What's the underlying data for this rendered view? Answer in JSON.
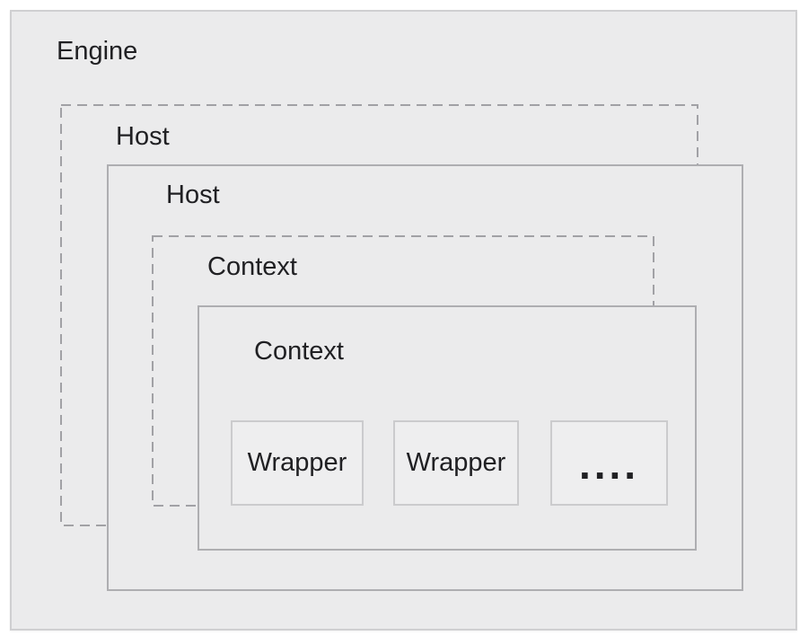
{
  "diagram": {
    "description": "Nested architecture diagram of scripting engine isolation boundaries",
    "colors": {
      "canvas_background": "#ffffff",
      "box_fill": "#ebebec",
      "wrapper_fill": "#eeeeef",
      "engine_border": "#cfcfd1",
      "solid_border": "#aeaeb1",
      "dashed_border": "#a1a1a5",
      "wrapper_border": "#cbcbcd",
      "text": "#202023"
    },
    "boxes": {
      "engine": {
        "label": "Engine",
        "border_style": "solid"
      },
      "host_outer": {
        "label": "Host",
        "border_style": "dashed"
      },
      "host_inner": {
        "label": "Host",
        "border_style": "solid"
      },
      "context_outer": {
        "label": "Context",
        "border_style": "dashed"
      },
      "context_inner": {
        "label": "Context",
        "border_style": "solid"
      },
      "wrapper_1": {
        "label": "Wrapper",
        "border_style": "solid"
      },
      "wrapper_2": {
        "label": "Wrapper",
        "border_style": "solid"
      },
      "ellipsis": {
        "label": "....",
        "border_style": "solid"
      }
    }
  }
}
